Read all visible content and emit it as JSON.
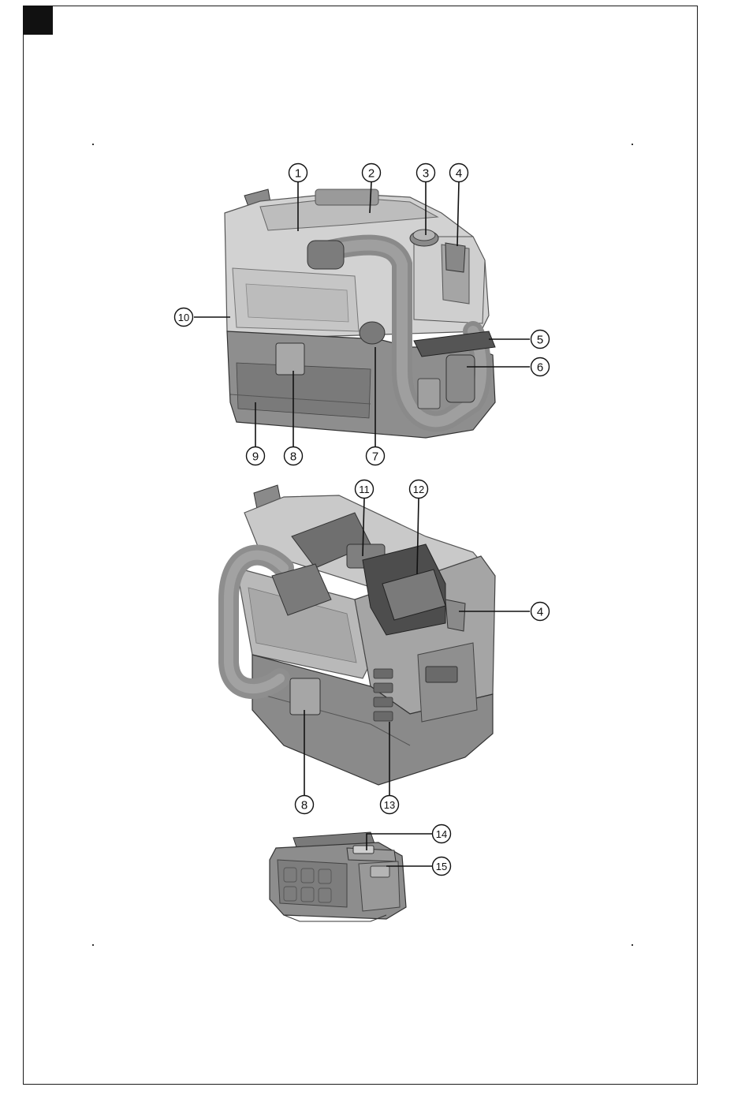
{
  "page": {
    "callouts": {
      "c1": "1",
      "c2": "2",
      "c3": "3",
      "c4a": "4",
      "c5": "5",
      "c6": "6",
      "c7": "7",
      "c8a": "8",
      "c9": "9",
      "c10": "10",
      "c11": "11",
      "c12": "12",
      "c4b": "4",
      "c8b": "8",
      "c13": "13",
      "c14": "14",
      "c15": "15"
    }
  },
  "figures": {
    "figure_1": "vacuum-front-view",
    "figure_2": "vacuum-rear-view",
    "figure_3": "battery-pack"
  },
  "colors": {
    "body_light": "#d4d4d4",
    "body_mid": "#9d9d9d",
    "body_dark": "#6e6e6e",
    "hose": "#8f8f8f",
    "outline": "#1a1a1a"
  }
}
